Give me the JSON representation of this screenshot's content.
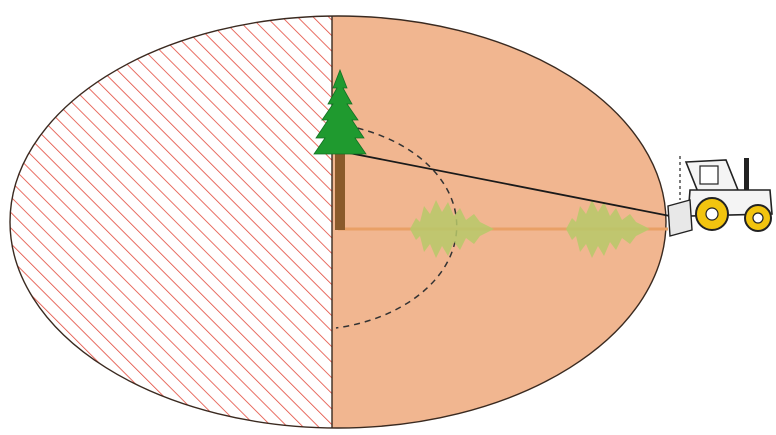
{
  "diagram": {
    "kind": "illustration",
    "elements": [
      "hatched-left-half",
      "shaded-right-half",
      "standing-tree",
      "felled-tree-positions",
      "swing-arc",
      "cable-line",
      "skidder-tractor"
    ],
    "colors": {
      "ellipse_outline": "#3a2a20",
      "hatch": "#e34a3c",
      "shaded_fill": "#f1b690",
      "tree_green": "#1f9a2f",
      "tree_trunk": "#8a5a2b",
      "ghost_tree": "#b7c96a",
      "drag_line": "#e9a066",
      "cable": "#1a1a1a",
      "tractor_body": "#f4f4f4",
      "tractor_wheel": "#f2c40f"
    }
  }
}
